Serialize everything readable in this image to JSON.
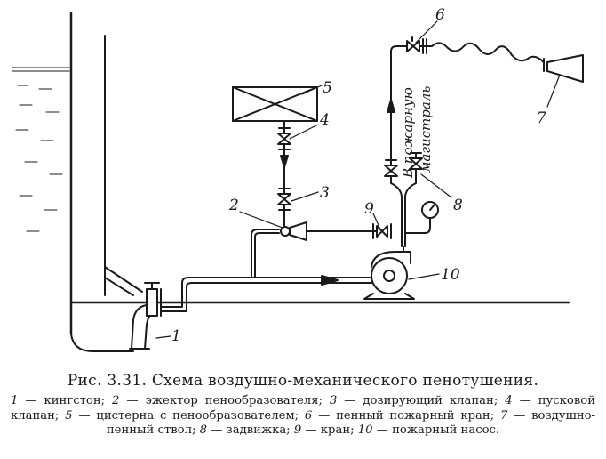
{
  "diagram": {
    "labels": {
      "n1": "1",
      "n2": "2",
      "n3": "3",
      "n4": "4",
      "n5": "5",
      "n6": "6",
      "n7": "7",
      "n8": "8",
      "n9": "9",
      "n10": "10"
    },
    "vertical_text_1": "В пожарную",
    "vertical_text_2": "магистраль"
  },
  "caption": {
    "title": "Рис. 3.31. Схема воздушно-механического пенотушения.",
    "legend": [
      {
        "num": "1",
        "text": " — кингстон; "
      },
      {
        "num": "2",
        "text": " — эжектор пенообразователя; "
      },
      {
        "num": "3",
        "text": " — дозирующий клапан; "
      },
      {
        "num": "4",
        "text": " — пусковой клапан; "
      },
      {
        "num": "5",
        "text": " — цистерна с пенообразователем; "
      },
      {
        "num": "6",
        "text": " — пенный пожарный кран; "
      },
      {
        "num": "7",
        "text": " — воздушно-пенный ствол; "
      },
      {
        "num": "8",
        "text": " — задвижка; "
      },
      {
        "num": "9",
        "text": " — кран; "
      },
      {
        "num": "10",
        "text": " — пожарный насос."
      }
    ]
  }
}
